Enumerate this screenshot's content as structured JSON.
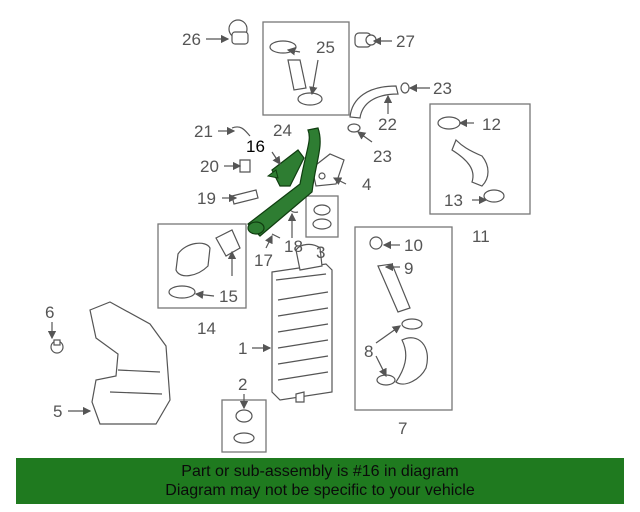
{
  "highlight_color": "#2e7d32",
  "callouts": {
    "c1": "1",
    "c2": "2",
    "c3": "3",
    "c4": "4",
    "c5": "5",
    "c6": "6",
    "c7": "7",
    "c8": "8",
    "c9": "9",
    "c10": "10",
    "c11": "11",
    "c12": "12",
    "c13": "13",
    "c14": "14",
    "c15": "15",
    "c16": "16",
    "c17": "17",
    "c18": "18",
    "c19": "19",
    "c20": "20",
    "c21": "21",
    "c22": "22",
    "c23a": "23",
    "c23b": "23",
    "c24": "24",
    "c25": "25",
    "c26": "26",
    "c27": "27"
  },
  "banner": {
    "line1": "Part or sub-assembly is #16 in diagram",
    "line2": "Diagram may not be specific to your vehicle"
  }
}
